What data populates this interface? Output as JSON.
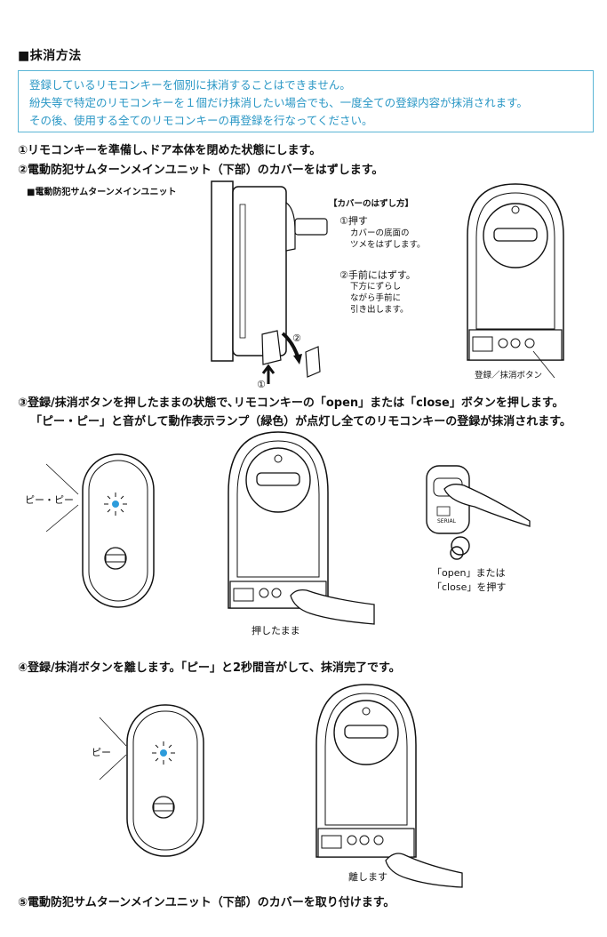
{
  "heading": "■抹消方法",
  "notice": {
    "lines": [
      "登録しているリモコンキーを個別に抹消することはできません。",
      "紛失等で特定のリモコンキーを１個だけ抹消したい場合でも、一度全ての登録内容が抹消されます。",
      "その後、使用する全てのリモコンキーの再登録を行なってください。"
    ]
  },
  "steps": {
    "s1": "①リモコンキーを準備し､ドア本体を閉めた状態にします。",
    "s2": "②電動防犯サムターンメインユニット（下部）のカバーをはずします。",
    "s3_line1": "③登録/抹消ボタンを押したままの状態で､リモコンキーの「open」または「close」ボタンを押します。",
    "s3_line2": "「ピー・ピー」と音がして動作表示ランプ（緑色）が点灯し全てのリモコンキーの登録が抹消されます。",
    "s4": "④登録/抹消ボタンを離します。「ピー」と2秒間音がして、抹消完了です。",
    "s5": "⑤電動防犯サムターンメインユニット（下部）のカバーを取り付けます。"
  },
  "figure1": {
    "unit_label": "■電動防犯サムターンメインユニット",
    "how_title": "【カバーのはずし方】",
    "m1_title": "①押す",
    "m1_line1": "カバーの底面の",
    "m1_line2": "ツメをはずします。",
    "m2_title": "②手前にはずす。",
    "m2_line1": "下方にずらし",
    "m2_line2": "ながら手前に",
    "m2_line3": "引き出します。",
    "arrow1": "①",
    "arrow2": "②",
    "button_label": "登録／抹消ボタン"
  },
  "figure2": {
    "beep_label": "ピー・ピー",
    "hold_label": "押したまま",
    "remote_line1": "「open」または",
    "remote_line2": "「close」を押す",
    "remote_text": "SERIAL"
  },
  "figure3": {
    "beep_label": "ピー",
    "release_label": "離します"
  },
  "colors": {
    "accent": "#2a97c5",
    "border": "#5bb6d6",
    "lamp": "#2d9cdb",
    "ink": "#111111"
  }
}
